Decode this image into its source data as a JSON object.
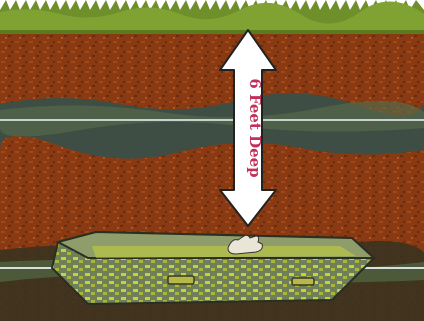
{
  "diagram": {
    "depth_label": "6 Feet Deep",
    "colors": {
      "grass": "#6e8f2a",
      "soil": "#8a3a12",
      "soil_dark": "#5a2a10",
      "rock_band": "#3f4e44",
      "arrow_fill": "#ffffff",
      "arrow_outline": "#222222",
      "label": "#c0305a",
      "coffin": "#6f7f5a",
      "coffin_moss": "#c7d13a"
    },
    "icons": [
      "grass-surface",
      "soil-layer",
      "double-headed-arrow",
      "coffin-icon",
      "hand-icon"
    ]
  }
}
